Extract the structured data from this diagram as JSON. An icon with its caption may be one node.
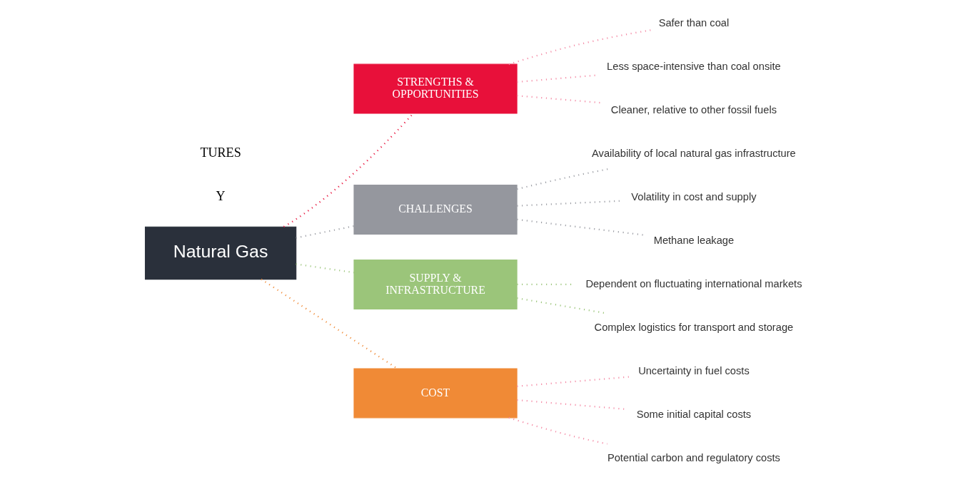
{
  "diagram": {
    "nodes": [
      {
        "text": [
          "Natural Gas"
        ]
      },
      {
        "text": [
          "STRENGTHS & OPPORTUNITIES"
        ]
      },
      {
        "text": [
          "CHALLENGES"
        ]
      },
      {
        "text": [
          "SUPPLY & INFRASTRUCTURE"
        ]
      },
      {
        "text": [
          "COST"
        ]
      },
      {
        "text": [
          "Safer than coal"
        ]
      },
      {
        "text": [
          "Less space-intensive than coal onsite"
        ]
      },
      {
        "text": [
          "Cleaner, relative to other fossil fuels"
        ]
      },
      {
        "text": [
          "Availability of local natural gas infrastructure"
        ]
      },
      {
        "text": [
          "Volatility in cost and supply"
        ]
      },
      {
        "text": [
          "Methane leakage"
        ]
      },
      {
        "text": [
          "Dependent on fluctuating international markets"
        ]
      },
      {
        "text": [
          "Complex logistics for transport and storage"
        ]
      },
      {
        "text": [
          "Uncertainty in fuel costs"
        ]
      },
      {
        "text": [
          "Some initial capital costs"
        ]
      },
      {
        "text": [
          "Potential carbon and regulatory costs"
        ]
      }
    ],
    "edges": [
      {
        "from": 0,
        "to": 1,
        "arrow": "none",
        "style": "dashed",
        "color": "#e8103a"
      },
      {
        "from": 0,
        "to": 2,
        "arrow": "none",
        "style": "dashed",
        "color": "#9a9ca3"
      },
      {
        "from": 0,
        "to": 3,
        "arrow": "none",
        "style": "dashed",
        "color": "#9bc57a"
      },
      {
        "from": 0,
        "to": 4,
        "arrow": "none",
        "style": "dashed",
        "color": "#f08a36"
      },
      {
        "from": 1,
        "to": 5,
        "arrow": "none",
        "style": "dashed",
        "color": "#f48aa5"
      },
      {
        "from": 1,
        "to": 6,
        "arrow": "none",
        "style": "dashed",
        "color": "#f48aa5"
      },
      {
        "from": 1,
        "to": 7,
        "arrow": "none",
        "style": "dashed",
        "color": "#f48aa5"
      },
      {
        "from": 2,
        "to": 8,
        "arrow": "none",
        "style": "dashed",
        "color": "#9a9ca3"
      },
      {
        "from": 2,
        "to": 9,
        "arrow": "none",
        "style": "dashed",
        "color": "#9a9ca3"
      },
      {
        "from": 2,
        "to": 10,
        "arrow": "none",
        "style": "dashed",
        "color": "#9a9ca3"
      },
      {
        "from": 3,
        "to": 11,
        "arrow": "none",
        "style": "dashed",
        "color": "#9bc57a"
      },
      {
        "from": 3,
        "to": 12,
        "arrow": "none",
        "style": "dashed",
        "color": "#9bc57a"
      },
      {
        "from": 4,
        "to": 13,
        "arrow": "none",
        "style": "dashed",
        "color": "#f48aa5"
      },
      {
        "from": 4,
        "to": 14,
        "arrow": "none",
        "style": "dashed",
        "color": "#f48aa5"
      },
      {
        "from": 4,
        "to": 15,
        "arrow": "none",
        "style": "dashed",
        "color": "#f48aa5"
      }
    ],
    "labels": [
      "TURES",
      "Y"
    ]
  }
}
